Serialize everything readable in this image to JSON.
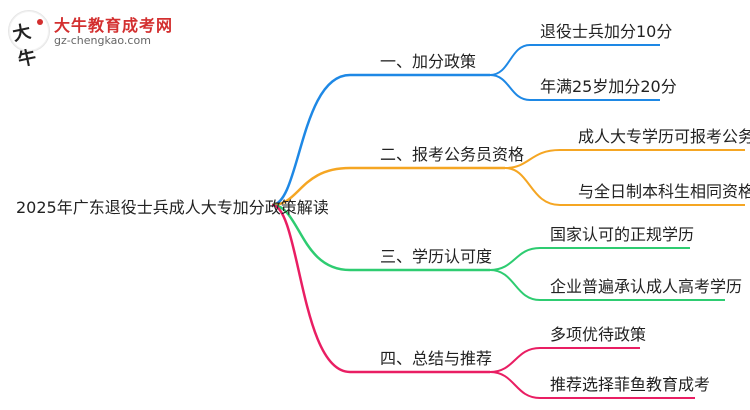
{
  "logo": {
    "title": "大牛教育成考网",
    "url": "gz-chengkao.com",
    "mark_glyph": "大牛"
  },
  "colors": {
    "branch1": "#1e88e5",
    "branch2": "#f5a623",
    "branch3": "#2ecc71",
    "branch4": "#e91e63",
    "brand_red": "#d32f2f"
  },
  "mindmap": {
    "root": "2025年广东退役士兵成人大专加分政策解读",
    "branches": [
      {
        "label": "一、加分政策",
        "leaves": [
          "退役士兵加分10分",
          "年满25岁加分20分"
        ]
      },
      {
        "label": "二、报考公务员资格",
        "leaves": [
          "成人大专学历可报考公务员",
          "与全日制本科生相同资格"
        ]
      },
      {
        "label": "三、学历认可度",
        "leaves": [
          "国家认可的正规学历",
          "企业普遍承认成人高考学历"
        ]
      },
      {
        "label": "四、总结与推荐",
        "leaves": [
          "多项优待政策",
          "推荐选择菲鱼教育成考"
        ]
      }
    ]
  }
}
